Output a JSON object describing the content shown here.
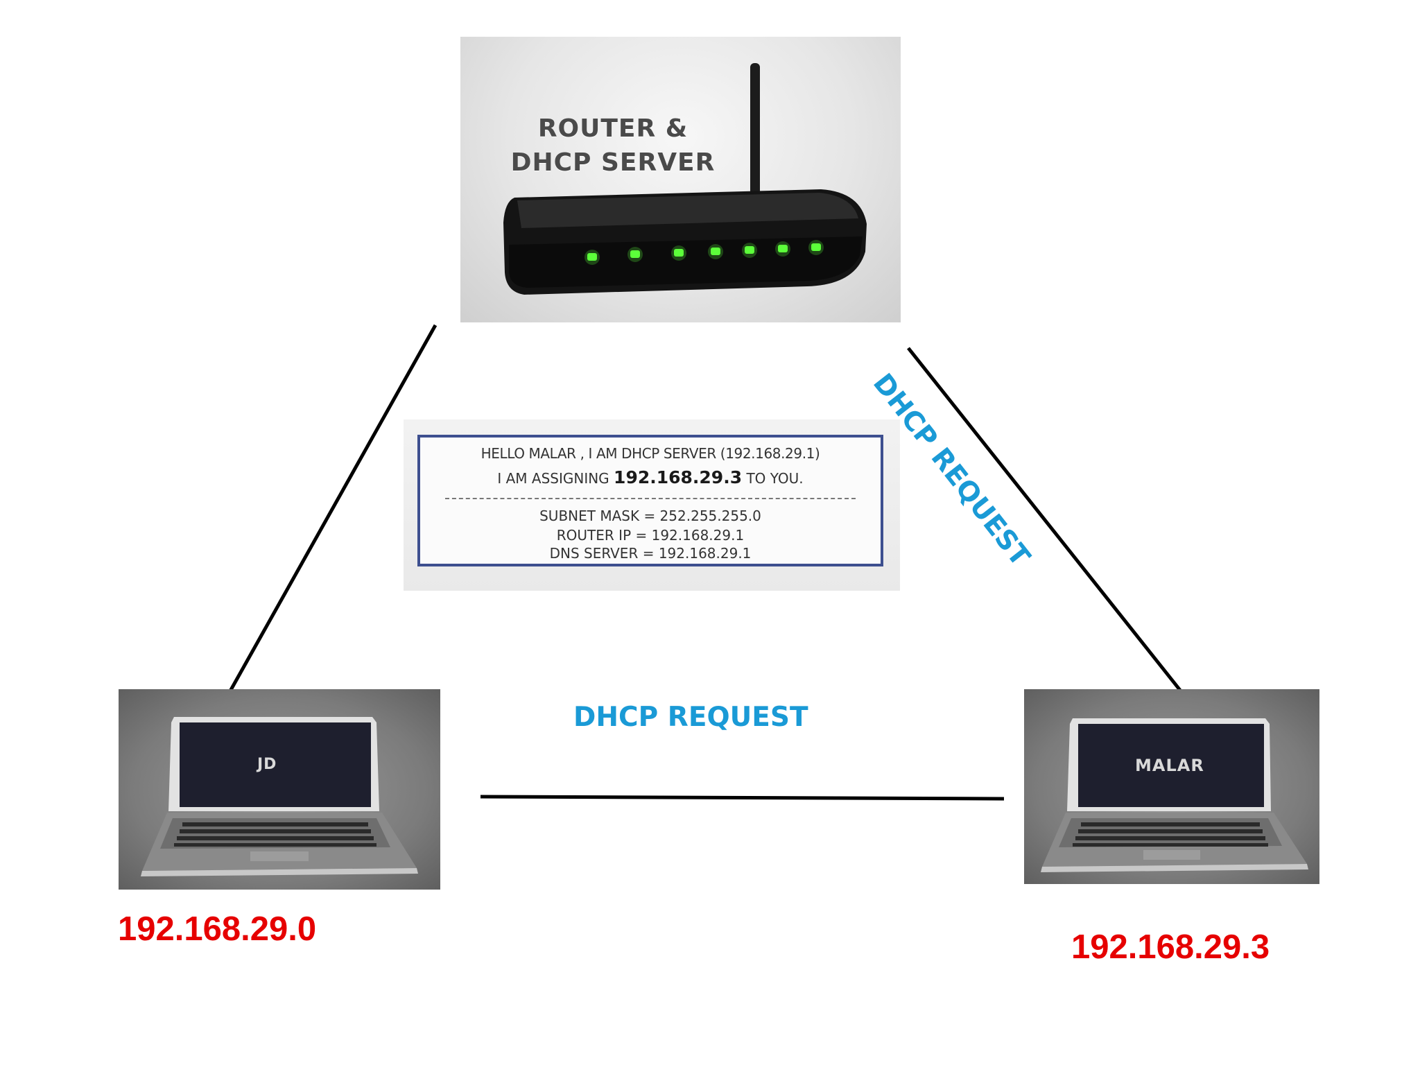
{
  "router": {
    "title_line_1": "ROUTER &",
    "title_line_2": "DHCP SERVER",
    "led_color": "#5cff3a"
  },
  "message": {
    "line_1": "HELLO MALAR , I AM DHCP SERVER (192.168.29.1)",
    "line_2_prefix": "I AM ASSIGNING",
    "line_2_ip": "192.168.29.3",
    "line_2_suffix": "TO YOU.",
    "subnet_mask": "SUBNET MASK = 252.255.255.0",
    "router_ip": "ROUTER IP = 192.168.29.1",
    "dns_server": "DNS SERVER = 192.168.29.1",
    "border_color": "#3d4f8f"
  },
  "laptops": [
    {
      "screen_label": "JD",
      "ip": "192.168.29.0"
    },
    {
      "screen_label": "MALAR",
      "ip": "192.168.29.3"
    }
  ],
  "connections": {
    "bottom_label": "DHCP REQUEST",
    "diagonal_label": "DHCP REQUEST",
    "label_color": "#1a9ad6",
    "ip_color": "#e60000"
  }
}
